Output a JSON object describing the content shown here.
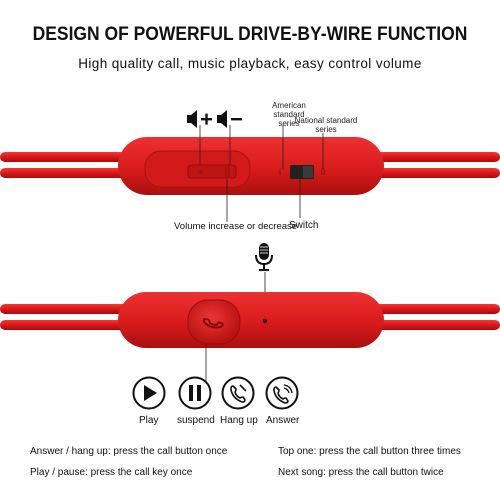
{
  "title": "DESIGN OF POWERFUL DRIVE-BY-WIRE FUNCTION",
  "subtitle": "High quality call, music playback, easy control volume",
  "remote_top": {
    "labels": {
      "american_standard": "American standard\nseries",
      "national_standard": "National standard\nseries",
      "volume": "Volume increase or decrease",
      "switch": "Switch"
    },
    "markers": {
      "american": "I",
      "national": "II"
    },
    "icons": [
      "volume-up-icon",
      "volume-down-icon"
    ]
  },
  "remote_bottom": {
    "icons": [
      "microphone-icon",
      "phone-icon"
    ]
  },
  "functions": [
    {
      "name": "play",
      "label": "Play"
    },
    {
      "name": "suspend",
      "label": "suspend"
    },
    {
      "name": "hangup",
      "label": "Hang up"
    },
    {
      "name": "answer",
      "label": "Answer"
    }
  ],
  "instructions": {
    "left": [
      "Answer / hang up: press the call button once",
      "Play / pause: press the call key once"
    ],
    "right": [
      "Top one: press the call button three times",
      "Next song: press the call button twice"
    ]
  },
  "colors": {
    "cable": "#e01a1a",
    "remote": "#dd1f1f",
    "remote_dark": "#b01010"
  }
}
